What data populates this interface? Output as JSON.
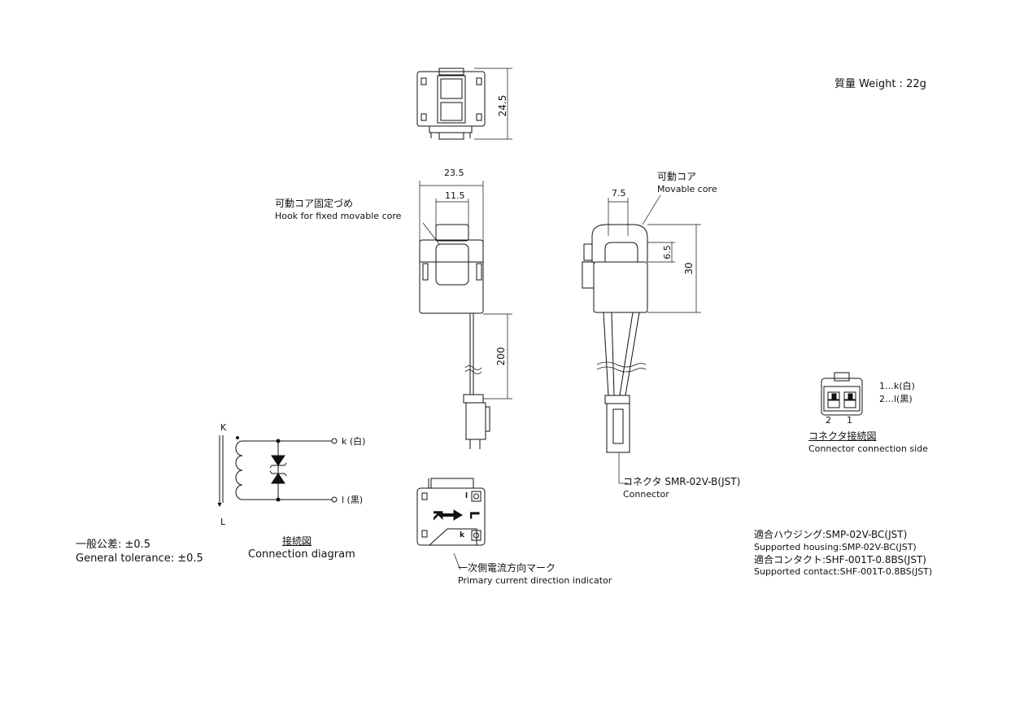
{
  "weight": "質量  Weight : 22g",
  "dimensions": {
    "height_top": "24.5",
    "width_front": "23.5",
    "width_inner": "11.5",
    "cable_length": "200",
    "side_offset": "7.5",
    "core_gap": "6.5",
    "height_side": "30"
  },
  "callouts": {
    "hook_jp": "可動コア固定づめ",
    "hook_en": "Hook for fixed movable core",
    "movable_jp": "可動コア",
    "movable_en": "Movable core",
    "connector_jp": "コネクタ  SMR-02V-B(JST)",
    "connector_en": "Connector",
    "direction_jp": "一次側電流方向マーク",
    "direction_en": "Primary current direction indicator"
  },
  "marks": {
    "K_big": "K",
    "L_big": "L",
    "l_small": "l",
    "k_small": "k"
  },
  "connection": {
    "title_jp": "接続図",
    "title_en": "Connection diagram",
    "K": "K",
    "L": "L",
    "k_label": "k (白)",
    "l_label": "l (黒)"
  },
  "tolerance": {
    "jp": "一般公差: ±0.5",
    "en": "General tolerance: ±0.5"
  },
  "connector_side": {
    "pin_map_1": "1…k(白)",
    "pin_map_2": "2…l(黒)",
    "pin_2": "2",
    "pin_1": "1",
    "title_jp": "コネクタ接続図",
    "title_en": "Connector connection side"
  },
  "specs": {
    "housing_jp": "適合ハウジング:SMP-02V-BC(JST)",
    "housing_en": "Supported housing:SMP-02V-BC(JST)",
    "contact_jp": "適合コンタクト:SHF-001T-0.8BS(JST)",
    "contact_en": "Supported contact:SHF-001T-0.8BS(JST)"
  }
}
